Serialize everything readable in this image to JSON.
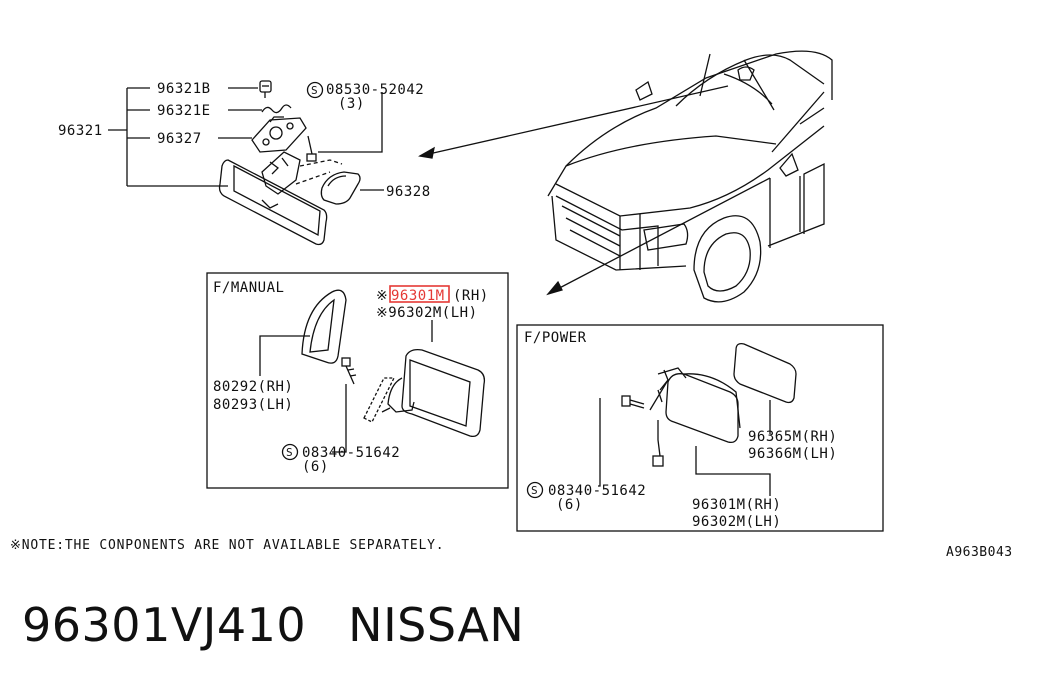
{
  "top_group": {
    "assembly": "96321",
    "p1": "96321B",
    "p2": "96321E",
    "p3": "96327",
    "bolt": "08530-52042",
    "bolt_qty": "(3)",
    "cover": "96328"
  },
  "manual_box": {
    "title": "F/MANUAL",
    "rh_mark": "※",
    "rh_code": "96301M",
    "rh_suffix": "(RH)",
    "lh_line": "※96302M(LH)",
    "gasket_rh": "80292(RH)",
    "gasket_lh": "80293(LH)",
    "bolt": "08340-51642",
    "bolt_qty": "(6)"
  },
  "power_box": {
    "title": "F/POWER",
    "glass_rh": "96365M(RH)",
    "glass_lh": "96366M(LH)",
    "bolt": "08340-51642",
    "bolt_qty": "(6)",
    "mirror_rh": "96301M(RH)",
    "mirror_lh": "96302M(LH)"
  },
  "note": "※NOTE:THE CONPONENTS ARE NOT AVAILABLE SEPARATELY.",
  "figure_code": "A963B043",
  "part_number": "96301VJ410",
  "brand": "NISSAN",
  "colors": {
    "highlight": "#e53935",
    "line": "#111111"
  }
}
